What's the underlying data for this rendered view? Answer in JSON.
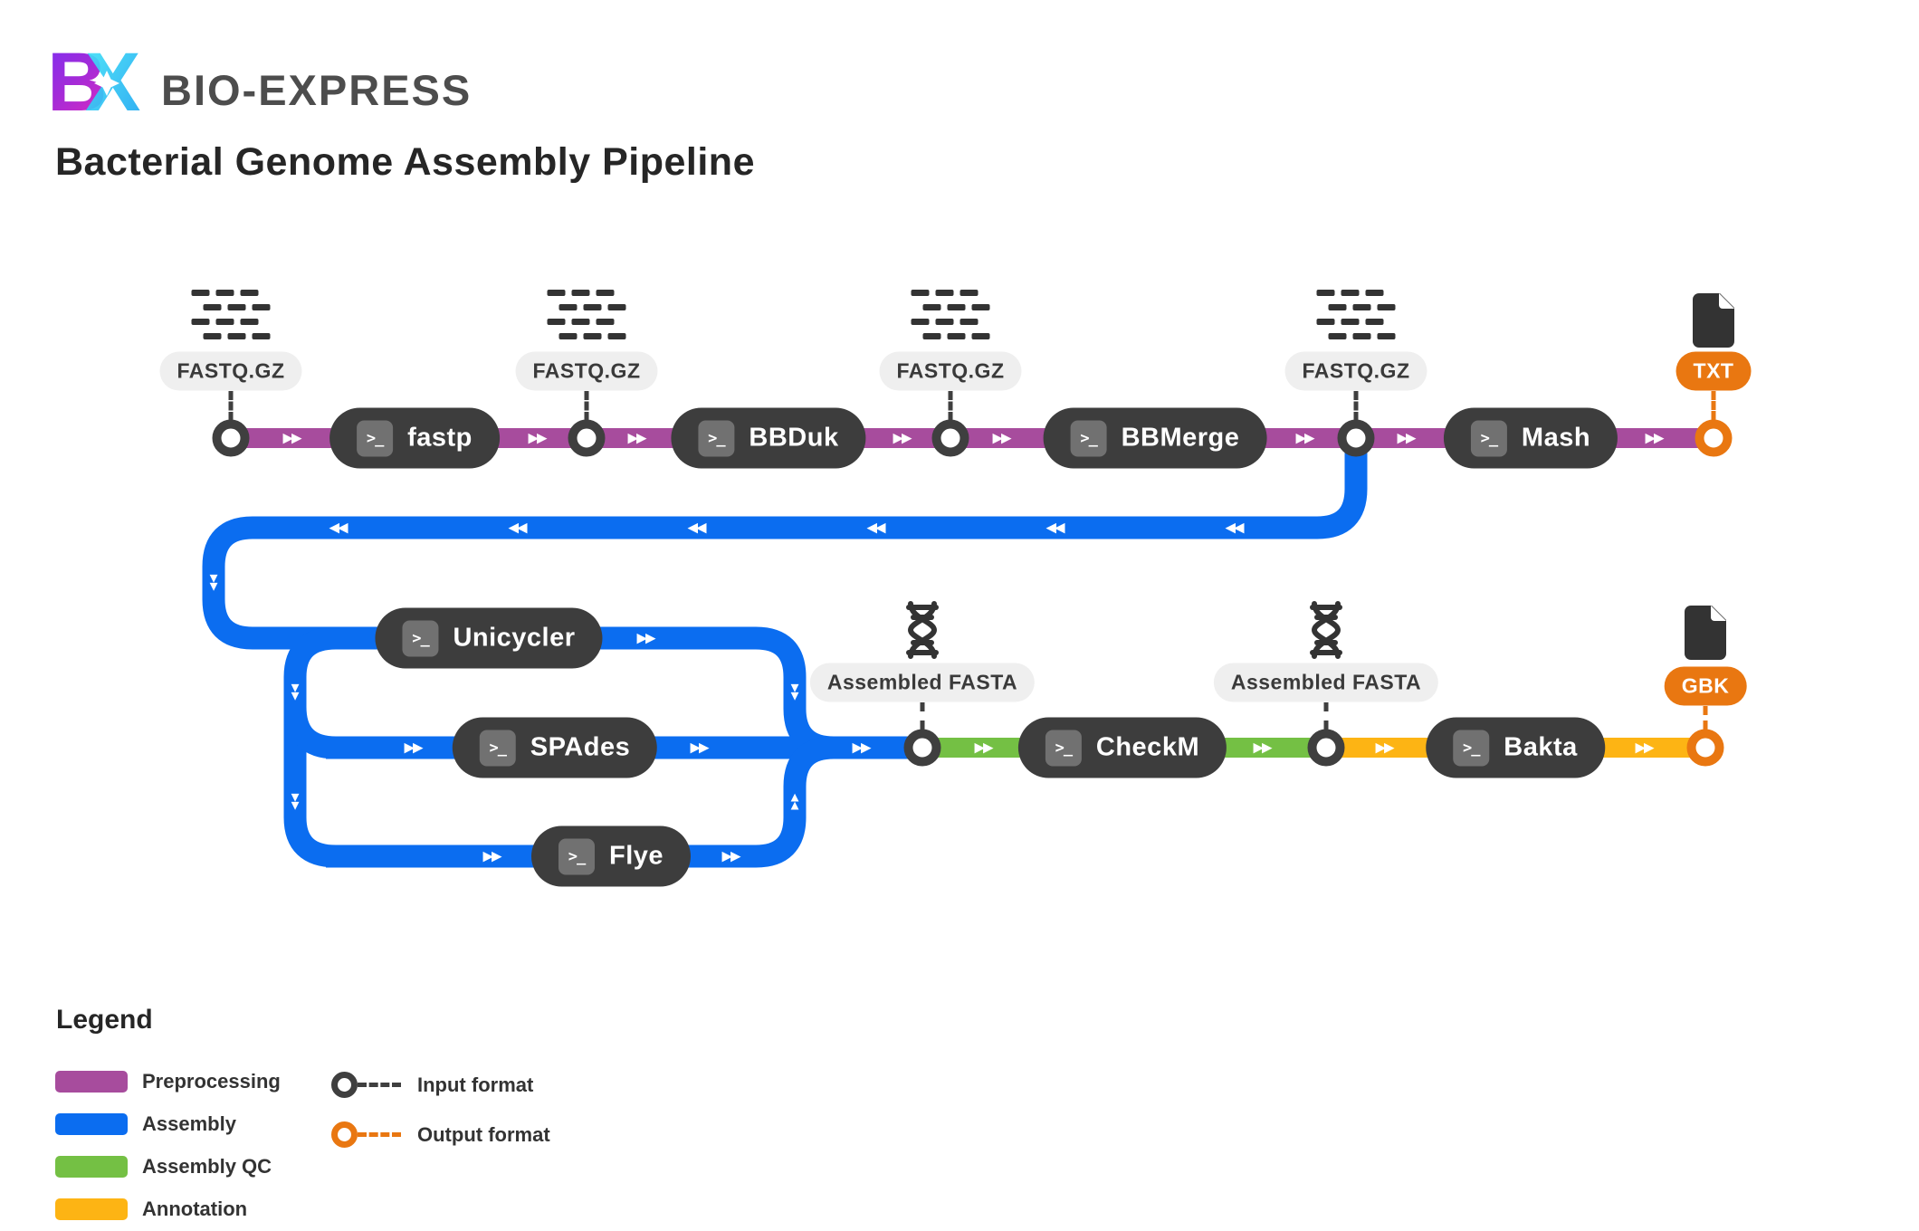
{
  "brand": {
    "letter_b": "B",
    "letter_x": "X",
    "wordmark": "BIO-EXPRESS"
  },
  "title": "Bacterial Genome Assembly Pipeline",
  "icons": {
    "right": "▶",
    "left": "◀",
    "up": "▲",
    "down": "▼",
    "terminal": ">_"
  },
  "colors": {
    "preprocessing": "#A74C9D",
    "assembly": "#0B6DF0",
    "assembly_qc": "#74C044",
    "annotation": "#FDB414",
    "output": "#E97711",
    "input": "#3F3F3F"
  },
  "pipeline": {
    "tools": [
      {
        "label": "fastp"
      },
      {
        "label": "BBDuk"
      },
      {
        "label": "BBMerge"
      },
      {
        "label": "Mash"
      },
      {
        "label": "Unicycler"
      },
      {
        "label": "SPAdes"
      },
      {
        "label": "Flye"
      },
      {
        "label": "CheckM"
      },
      {
        "label": "Bakta"
      }
    ],
    "io_labels": {
      "fastq": "FASTQ.GZ",
      "txt": "TXT",
      "fasta": "Assembled FASTA",
      "gbk": "GBK"
    }
  },
  "legend": {
    "title": "Legend",
    "items": [
      {
        "label": "Preprocessing"
      },
      {
        "label": "Assembly"
      },
      {
        "label": "Assembly QC"
      },
      {
        "label": "Annotation"
      }
    ],
    "input_label": "Input format",
    "output_label": "Output format"
  }
}
